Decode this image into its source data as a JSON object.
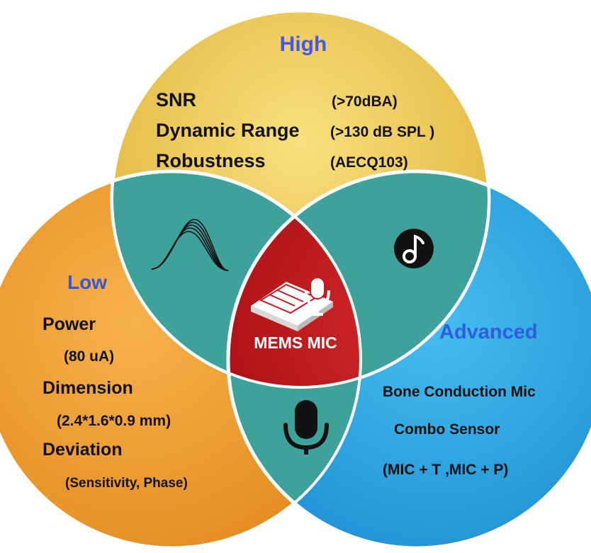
{
  "top_circle": {
    "heading": "High",
    "rows": [
      {
        "label": "SNR",
        "value": "(>70dBA)"
      },
      {
        "label": "Dynamic Range",
        "value": "(>130 dB SPL )"
      },
      {
        "label": "Robustness",
        "value": "(AECQ103)"
      }
    ]
  },
  "left_circle": {
    "heading": "Low",
    "items": [
      {
        "label": "Power",
        "detail": "(80 uA)"
      },
      {
        "label": "Dimension",
        "detail": "(2.4*1.6*0.9 mm)"
      },
      {
        "label": "Deviation",
        "detail": "(Sensitivity, Phase)"
      }
    ]
  },
  "right_circle": {
    "heading": "Advanced",
    "items": [
      "Bone Conduction Mic",
      "Combo Sensor",
      "(MIC + T ,MIC + P)"
    ]
  },
  "center": {
    "label": "MEMS MIC"
  },
  "icons": {
    "top_left_overlap": "sound-wave-icon",
    "top_right_overlap": "music-note-icon",
    "bottom_overlap": "microphone-icon",
    "center": "mems-chip-mic-icon"
  },
  "colors": {
    "top_circle": "#F2D463",
    "left_circle": "#F2A033",
    "right_circle": "#2FA6E4",
    "overlap": "#3FA19C",
    "center": "#C8181E",
    "heading": "#4457E6",
    "left_heading": "#3A55D8",
    "right_heading": "#2F5EDC"
  }
}
